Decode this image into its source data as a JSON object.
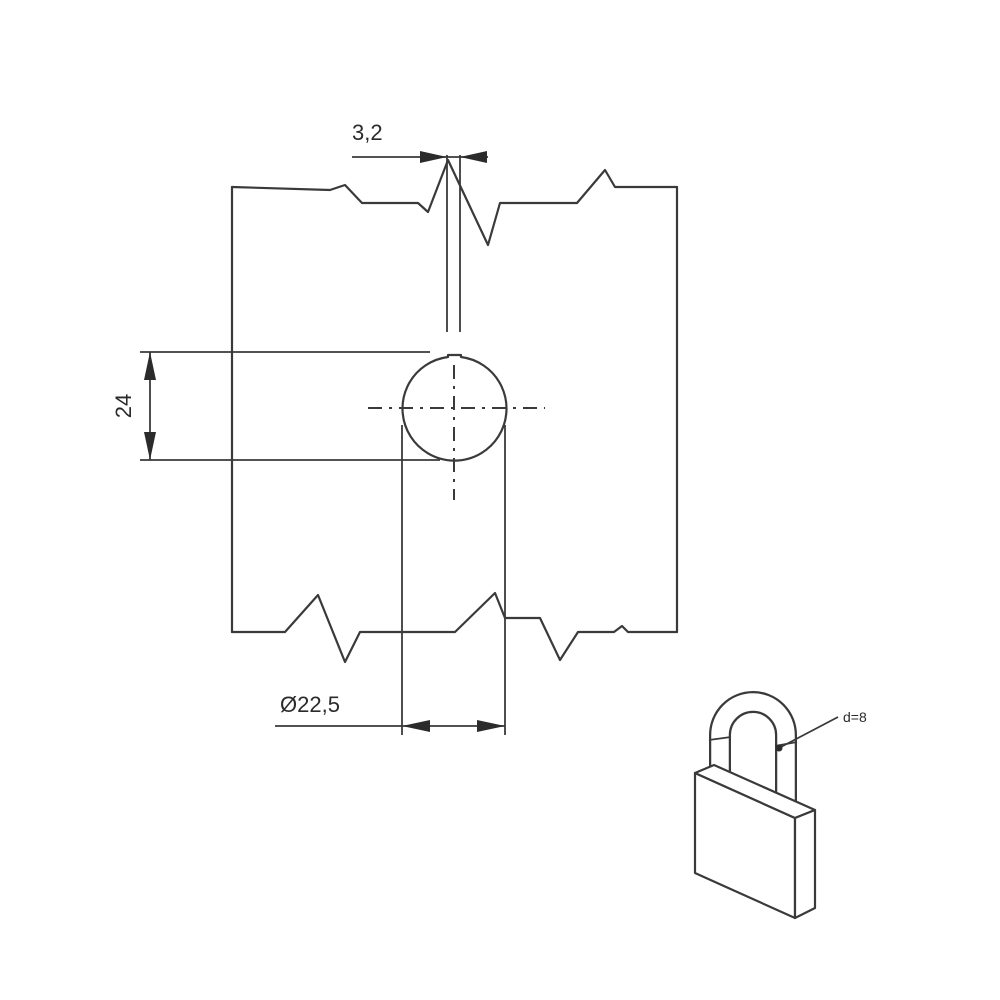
{
  "dimensions": {
    "slot_width": "3,2",
    "slot_distance": "24",
    "hole_diameter": "Ø22,5",
    "shackle_diameter": "d=8"
  }
}
